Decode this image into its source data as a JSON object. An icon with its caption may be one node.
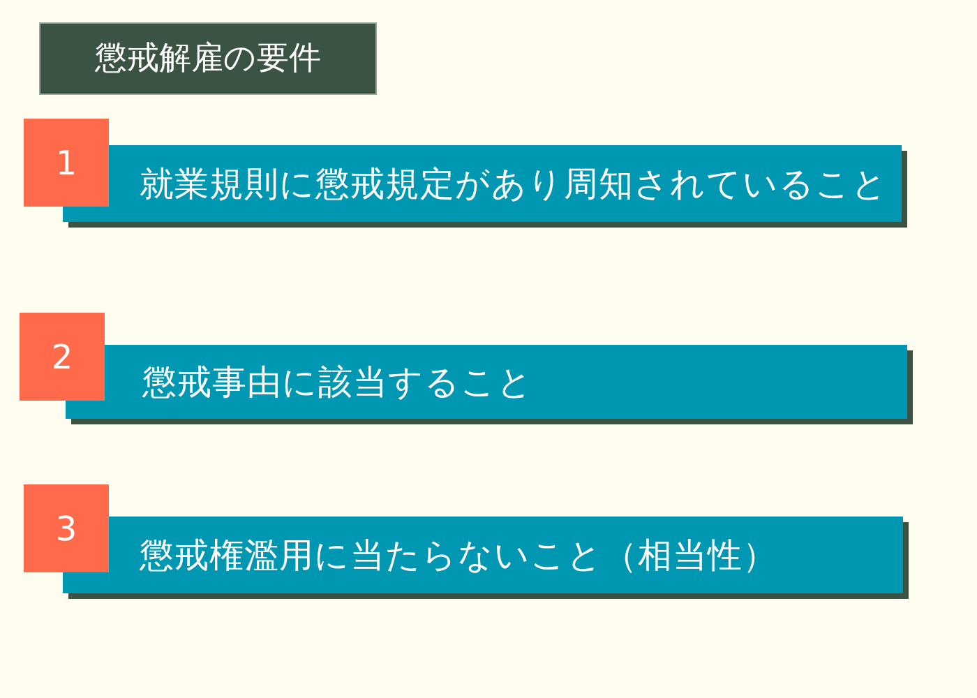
{
  "diagram": {
    "title": "懲戒解雇の要件",
    "nodes": [
      {
        "text": [
          "1"
        ]
      },
      {
        "text": [
          "就業規則に懲戒規定があり周知されていること"
        ]
      },
      {
        "text": [
          "2"
        ]
      },
      {
        "text": [
          "懲戒事由に該当すること"
        ]
      },
      {
        "text": [
          "3"
        ]
      },
      {
        "text": [
          "懲戒権濫用に当たらないこと（相当性）"
        ]
      }
    ]
  }
}
